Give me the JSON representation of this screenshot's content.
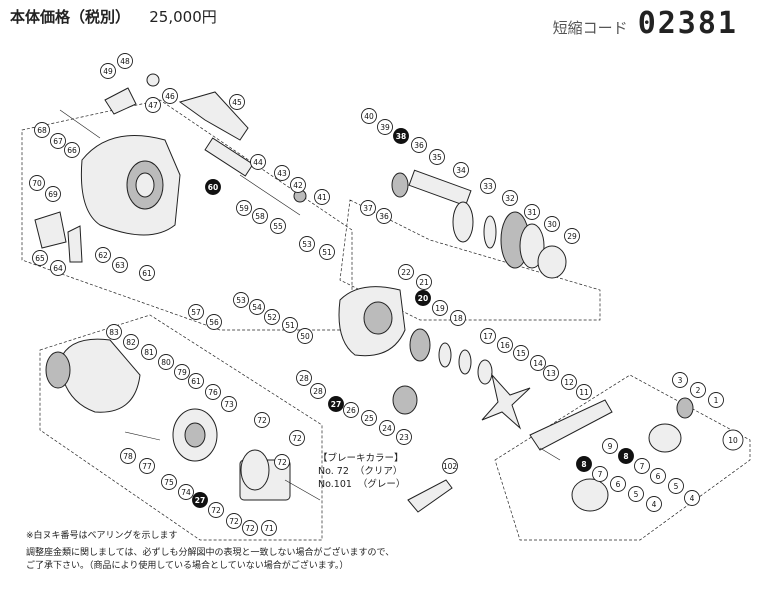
{
  "header": {
    "price_label": "本体価格（税別）",
    "price_value": "25,000円",
    "code_label": "短縮コード",
    "code_value": "02381"
  },
  "brake_colors": {
    "title": "【ブレーキカラー】",
    "rows": [
      {
        "no": "No. 72",
        "color": "（クリア）"
      },
      {
        "no": "No.101",
        "color": "（グレー）"
      }
    ]
  },
  "notes": {
    "bearing_note": "※白ヌキ番号はベアリングを示します",
    "adjust_note_1": "調整座金類に関しましては、必ずしも分解図中の表現と一致しない場合がございますので、",
    "adjust_note_2": "ご了承下さい。（商品により使用している場合としていない場合がございます。）"
  },
  "part_labels": {
    "p1": "1",
    "p2": "2",
    "p3": "3",
    "p4": "4",
    "p5": "5",
    "p6": "6",
    "p7": "7",
    "p8": "8",
    "p9": "9",
    "p10": "10",
    "p11": "11",
    "p12": "12",
    "p13": "13",
    "p14": "14",
    "p15": "15",
    "p16": "16",
    "p17": "17",
    "p18": "18",
    "p19": "19",
    "p20": "20",
    "p21": "21",
    "p22": "22",
    "p23": "23",
    "p24": "24",
    "p25": "25",
    "p26": "26",
    "p27": "27",
    "p28": "28",
    "p29": "29",
    "p30": "30",
    "p31": "31",
    "p32": "32",
    "p33": "33",
    "p34": "34",
    "p35": "35",
    "p36": "36",
    "p37": "37",
    "p38": "38",
    "p39": "39",
    "p40": "40",
    "p41": "41",
    "p42": "42",
    "p43": "43",
    "p44": "44",
    "p45": "45",
    "p46": "46",
    "p47": "47",
    "p48": "48",
    "p49": "49",
    "p50": "50",
    "p51": "51",
    "p52": "52",
    "p53": "53",
    "p54": "54",
    "p55": "55",
    "p56": "56",
    "p57": "57",
    "p58": "58",
    "p59": "59",
    "p60": "60",
    "p61": "61",
    "p62": "62",
    "p63": "63",
    "p64": "64",
    "p65": "65",
    "p66": "66",
    "p67": "67",
    "p68": "68",
    "p69": "69",
    "p70": "70",
    "p71": "71",
    "p72": "72",
    "p73": "73",
    "p74": "74",
    "p75": "75",
    "p76": "76",
    "p77": "77",
    "p78": "78",
    "p79": "79",
    "p80": "80",
    "p81": "81",
    "p82": "82",
    "p83": "83",
    "p102": "102"
  }
}
